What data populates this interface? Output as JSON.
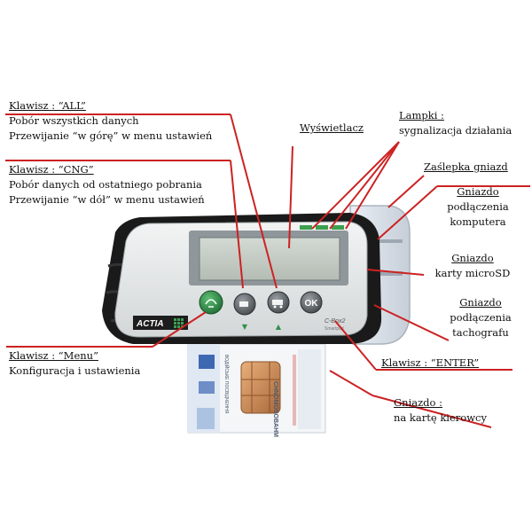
{
  "labels": {
    "all": {
      "title": "Klawisz :  “ALL”",
      "line1": "Pobór wszystkich danych",
      "line2": "Przewijanie “w górę” w menu ustawień"
    },
    "cng": {
      "title": "Klawisz :  “CNG”",
      "line1": "Pobór danych od ostatniego pobrania",
      "line2": "Przewijanie “w dół” w menu ustawień"
    },
    "display": {
      "title": "Wyświetlacz"
    },
    "lamps": {
      "title": "Lampki :",
      "line1": "sygnalizacja działania"
    },
    "cover": {
      "title": "Zaślepka gniazd"
    },
    "computer": {
      "title": "Gniazdo",
      "line1": "podłączenia",
      "line2": "komputera"
    },
    "microsd": {
      "title": "Gniazdo",
      "line1": "karty microSD"
    },
    "tacho": {
      "title": "Gniazdo",
      "line1": "podłączenia",
      "line2": "tachografu"
    },
    "menu": {
      "title": "Klawisz :  “Menu”",
      "line1": "Konfiguracja i ustawienia"
    },
    "enter": {
      "title": "Klawisz :  “ENTER”"
    },
    "card": {
      "title": "Gniazdo :",
      "line1": "na kartę kierowcy"
    }
  },
  "device": {
    "brand": "ACTIA",
    "model": "C-Box2",
    "model_sub": "Smartpad",
    "ok_label": "OK",
    "arrow_down": "▼",
    "arrow_up": "▲"
  },
  "card": {
    "chip_text": "CHNOMOSOBAHM",
    "side_text": "ВОДІЙСЬКЕ ПОСВІДЧЕННЯ"
  },
  "colors": {
    "line": "#cc2222",
    "device_body": "#e6e8e8",
    "bumper": "#1a1a1a",
    "menu_button": "#2f8f48",
    "nav_button": "#5d6164",
    "lamp": "#3ca050",
    "lcd": "#c4ccc4"
  }
}
